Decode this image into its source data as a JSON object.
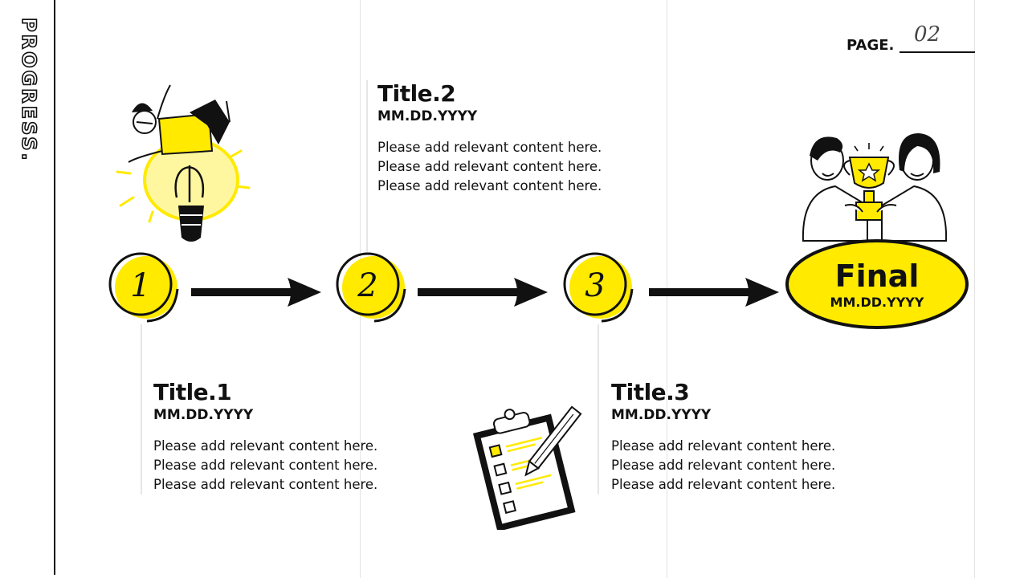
{
  "side_title": "PROGRESS.",
  "page": {
    "label": "PAGE.",
    "number": "02"
  },
  "steps": [
    {
      "number": "1",
      "title": "Title.1",
      "date": "MM.DD.YYYY",
      "lines": [
        "Please add relevant content here.",
        "Please add relevant content here.",
        "Please add relevant content here."
      ]
    },
    {
      "number": "2",
      "title": "Title.2",
      "date": "MM.DD.YYYY",
      "lines": [
        "Please add relevant content here.",
        "Please add relevant content here.",
        "Please add relevant content here."
      ]
    },
    {
      "number": "3",
      "title": "Title.3",
      "date": "MM.DD.YYYY",
      "lines": [
        "Please add relevant content here.",
        "Please add relevant content here.",
        "Please add relevant content here."
      ]
    }
  ],
  "final": {
    "title": "Final",
    "date": "MM.DD.YYYY"
  },
  "icons": [
    "lightbulb-person-illustration",
    "trophy-team-illustration",
    "clipboard-checklist-illustration",
    "arrow-right-icon"
  ],
  "colors": {
    "accent": "#FFEA00",
    "ink": "#111111",
    "guide": "#E3E3E3"
  }
}
